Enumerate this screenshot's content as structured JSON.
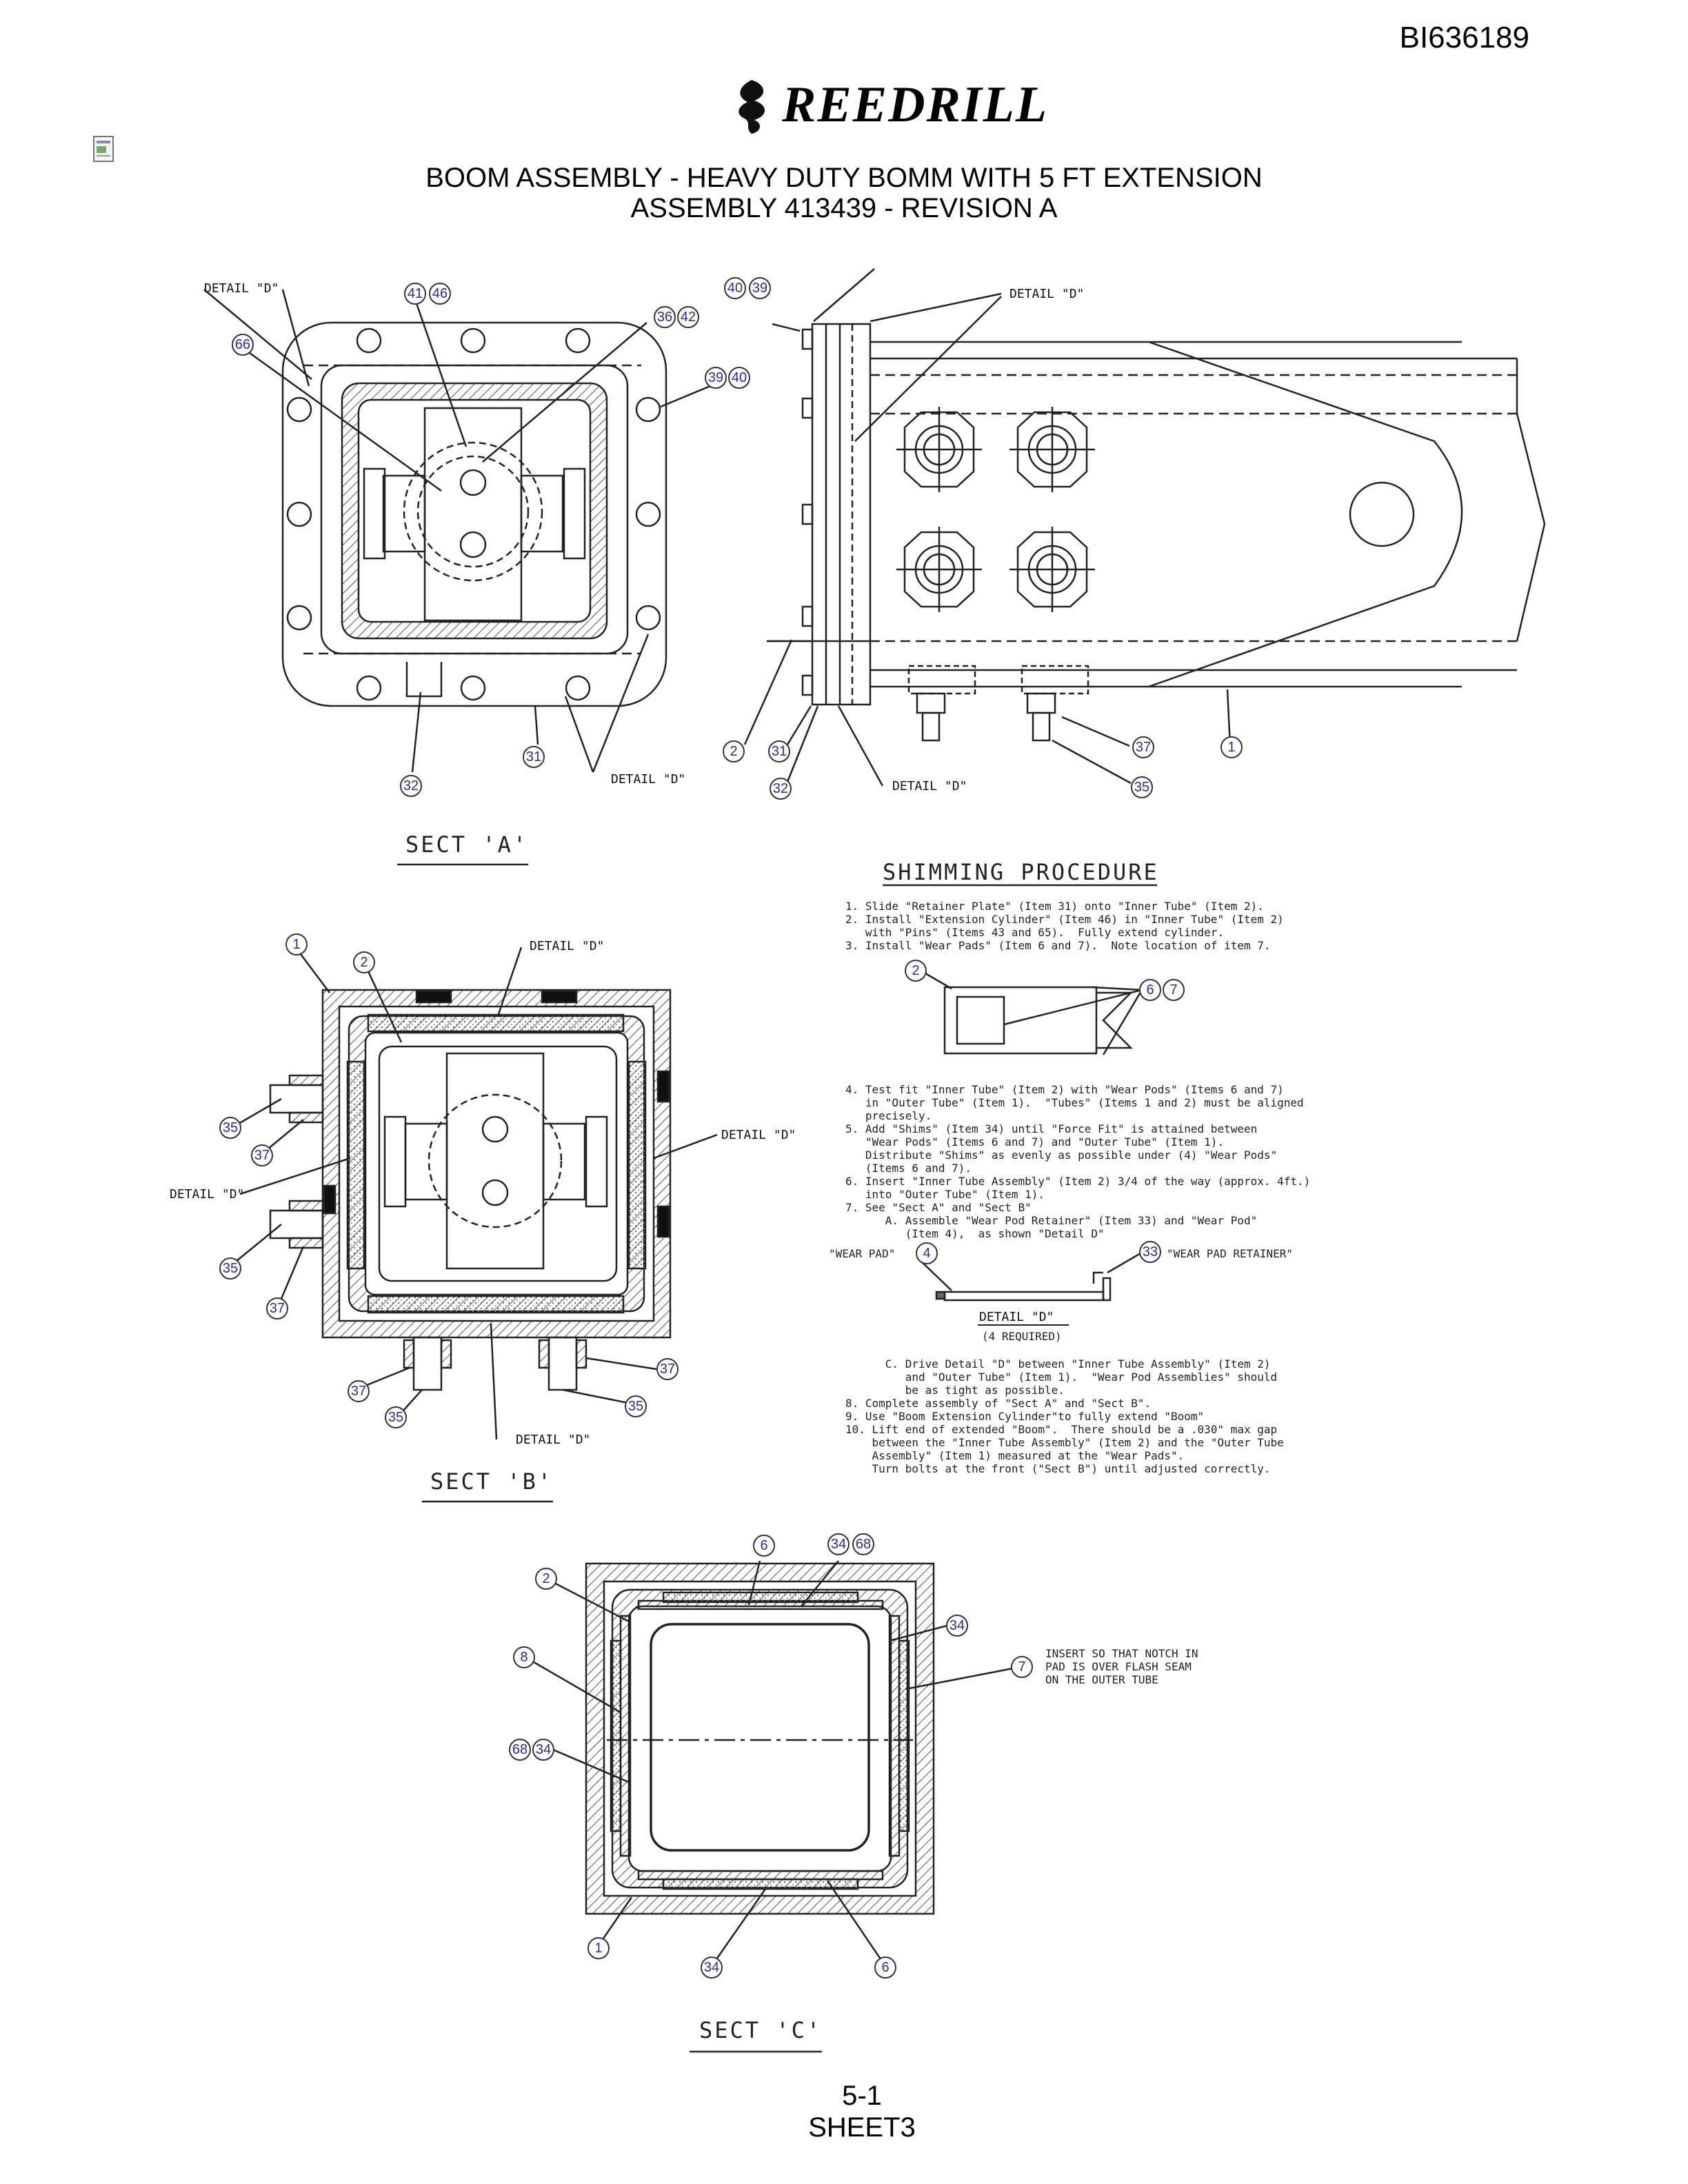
{
  "doc_id": "BI636189",
  "logo_text": "REEDRILL",
  "title_line1": "BOOM ASSEMBLY - HEAVY DUTY BOMM WITH 5 FT EXTENSION",
  "title_line2": "ASSEMBLY 413439 - REVISION A",
  "labels": {
    "detail_d": "DETAIL \"D\"",
    "sect_a": "SECT 'A'",
    "sect_b": "SECT 'B'",
    "sect_c": "SECT 'C'",
    "shimming_heading": "SHIMMING PROCEDURE",
    "wear_pad": "\"WEAR PAD\"",
    "wear_pad_retainer": "\"WEAR PAD RETAINER\"",
    "detail_d_caption": "DETAIL \"D\"",
    "detail_d_req": "(4 REQUIRED)",
    "insert_note": [
      "INSERT SO THAT NOTCH IN",
      "PAD IS OVER FLASH SEAM",
      "ON THE OUTER TUBE"
    ]
  },
  "procedure_part1": [
    "1. Slide \"Retainer Plate\" (Item 31) onto \"Inner Tube\" (Item 2).",
    "2. Install \"Extension Cylinder\" (Item 46) in \"Inner Tube\" (Item 2)",
    "   with \"Pins\" (Items 43 and 65).  Fully extend cylinder.",
    "3. Install \"Wear Pads\" (Item 6 and 7).  Note location of item 7."
  ],
  "procedure_part2": [
    "4. Test fit \"Inner Tube\" (Item 2) with \"Wear Pods\" (Items 6 and 7)",
    "   in \"Outer Tube\" (Item 1).  \"Tubes\" (Items 1 and 2) must be aligned",
    "   precisely.",
    "5. Add \"Shims\" (Item 34) until \"Force Fit\" is attained between",
    "   \"Wear Pods\" (Items 6 and 7) and \"Outer Tube\" (Item 1).",
    "   Distribute \"Shims\" as evenly as possible under (4) \"Wear Pods\"",
    "   (Items 6 and 7).",
    "6. Insert \"Inner Tube Assembly\" (Item 2) 3/4 of the way (approx. 4ft.)",
    "   into \"Outer Tube\" (Item 1).",
    "7. See \"Sect A\" and \"Sect B\"",
    "      A. Assemble \"Wear Pod Retainer\" (Item 33) and \"Wear Pod\"",
    "         (Item 4),  as shown \"Detail D\""
  ],
  "procedure_part3": [
    "      C. Drive Detail \"D\" between \"Inner Tube Assembly\" (Item 2)",
    "         and \"Outer Tube\" (Item 1).  \"Wear Pod Assemblies\" should",
    "         be as tight as possible.",
    "8. Complete assembly of \"Sect A\" and \"Sect B\".",
    "9. Use \"Boom Extension Cylinder\"to fully extend \"Boom\"",
    "10. Lift end of extended \"Boom\".  There should be a .030\" max gap",
    "    between the \"Inner Tube Assembly\" (Item 2) and the \"Outer Tube",
    "    Assembly\" (Item 1) measured at the \"Wear Pads\".",
    "    Turn bolts at the front (\"Sect B\") until adjusted correctly."
  ],
  "balloons": {
    "sect_a": [
      "41",
      "46",
      "36",
      "42",
      "66",
      "39",
      "40",
      "32",
      "31"
    ],
    "side": [
      "40",
      "39",
      "2",
      "31",
      "32",
      "37",
      "35",
      "1"
    ],
    "sect_b": [
      "1",
      "2",
      "35",
      "37",
      "35",
      "37",
      "37",
      "35",
      "37",
      "35"
    ],
    "proc": [
      "2",
      "6",
      "7",
      "4",
      "33"
    ],
    "sect_c": [
      "6",
      "34",
      "68",
      "2",
      "34",
      "8",
      "7",
      "68",
      "34",
      "1",
      "34",
      "6"
    ]
  },
  "footer_page": "5-1",
  "footer_sheet": "SHEET3"
}
